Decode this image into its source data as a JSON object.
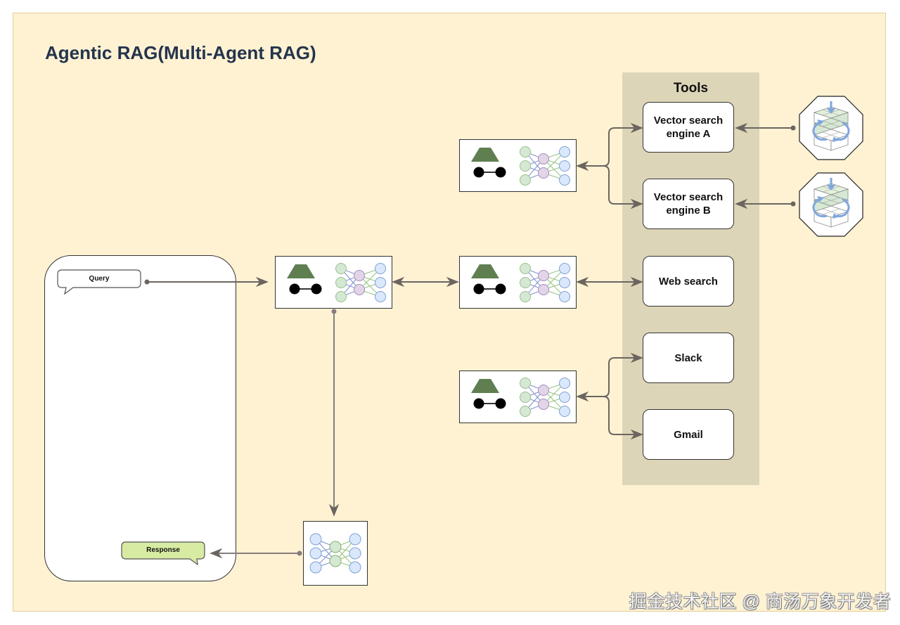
{
  "title": "Agentic RAG(Multi-Agent RAG)",
  "tools": {
    "heading": "Tools",
    "items": [
      {
        "id": "vector-a",
        "label_line1": "Vector search",
        "label_line2": "engine A"
      },
      {
        "id": "vector-b",
        "label_line1": "Vector search",
        "label_line2": "engine B"
      },
      {
        "id": "web",
        "label_line1": "Web search",
        "label_line2": ""
      },
      {
        "id": "slack",
        "label_line1": "Slack",
        "label_line2": ""
      },
      {
        "id": "gmail",
        "label_line1": "Gmail",
        "label_line2": ""
      }
    ]
  },
  "chat": {
    "query_label": "Query",
    "response_label": "Response"
  },
  "agents": [
    {
      "id": "aggregator-agent",
      "role": "main agent"
    },
    {
      "id": "vector-agent",
      "role": "routes to vector search engines A and B"
    },
    {
      "id": "web-agent",
      "role": "routes to web search"
    },
    {
      "id": "comms-agent",
      "role": "routes to Slack and Gmail"
    },
    {
      "id": "generator-llm",
      "role": "response generation model"
    }
  ],
  "icons": {
    "agent": "agent-detective-icon",
    "network": "neural-network-icon",
    "vector_db": "vector-database-cube-icon"
  },
  "colors": {
    "canvas_bg": "#fff2d3",
    "tools_bg": "#ddd5b8",
    "title": "#24344d",
    "arrow": "#6b6560",
    "agent_hat": "#5f7f51",
    "node_green": "#d5e8d4",
    "node_purple": "#e1d5e7",
    "node_blue": "#dae8fc",
    "response_bubble": "#d7eba3"
  },
  "watermark": "掘金技术社区 @ 商汤万象开发者"
}
